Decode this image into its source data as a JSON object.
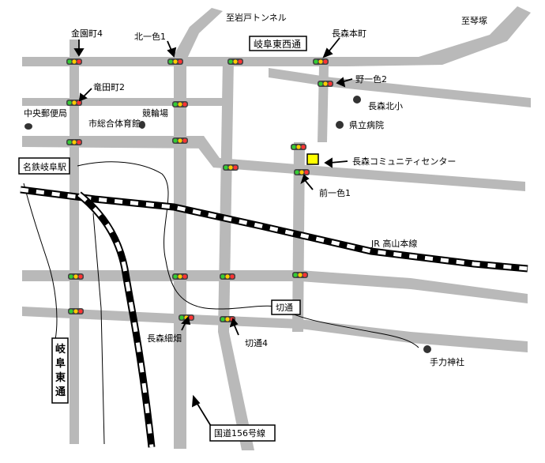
{
  "colors": {
    "road": "#b9b9b9",
    "rail_dark": "#000000",
    "rail_light": "#ffffff",
    "venue": "#ffff00",
    "landmark_dot": "#333333",
    "signal_green": "#33cc33",
    "signal_yellow": "#ffcc00",
    "signal_red": "#ff3333"
  },
  "labels": {
    "tunnel": "至岩戸トンネル",
    "kotozuka": "至琴塚",
    "kanazono": "金園町4",
    "kita_isshiki": "北一色1",
    "gifu_tozai": "岐阜東西通",
    "nagamori_honmachi": "長森本町",
    "noisshiki": "野一色2",
    "tatsuta": "竜田町2",
    "nagamori_kitasho": "長森北小",
    "chuo_post": "中央郵便局",
    "keirinjo": "競輪場",
    "shisogo": "市総合体育館",
    "kenritsu_hospital": "県立病院",
    "meitetsu_gifu": "名鉄岐阜駅",
    "community_center": "長森コミュニティセンター",
    "mae_isshiki": "前一色1",
    "jr_takayama": "JR 高山本線",
    "kiri_dori": "切通",
    "nagamori_hosohata": "長森細畑",
    "kiri_dori_4": "切通4",
    "tejikara": "手力神社",
    "gifu_higashi": "岐阜東通",
    "kokudo_156": "国道156号線"
  }
}
